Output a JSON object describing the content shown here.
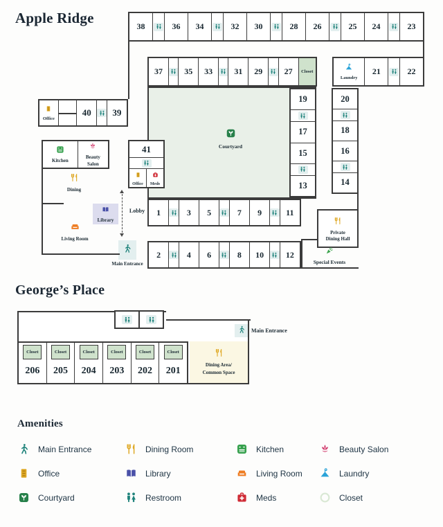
{
  "apple_ridge": {
    "title": "Apple Ridge",
    "room40": "40",
    "room39": "39",
    "room41": "41",
    "strips": {
      "top": [
        {
          "t": "room",
          "n": "38"
        },
        {
          "t": "wc"
        },
        {
          "t": "room",
          "n": "36"
        },
        {
          "t": "room",
          "n": "34"
        },
        {
          "t": "wc"
        },
        {
          "t": "room",
          "n": "32"
        },
        {
          "t": "room",
          "n": "30"
        },
        {
          "t": "wc"
        },
        {
          "t": "room",
          "n": "28"
        },
        {
          "t": "room",
          "n": "26"
        },
        {
          "t": "wc"
        },
        {
          "t": "room",
          "n": "25"
        },
        {
          "t": "room",
          "n": "24"
        },
        {
          "t": "wc"
        },
        {
          "t": "room",
          "n": "23"
        }
      ],
      "second": [
        {
          "t": "room",
          "n": "37"
        },
        {
          "t": "wc"
        },
        {
          "t": "room",
          "n": "35"
        },
        {
          "t": "room",
          "n": "33"
        },
        {
          "t": "wc"
        },
        {
          "t": "room",
          "n": "31"
        },
        {
          "t": "room",
          "n": "29"
        },
        {
          "t": "wc"
        },
        {
          "t": "room",
          "n": "27"
        },
        {
          "t": "closet",
          "label": "Closet"
        }
      ],
      "laundry": [
        {
          "t": "laundry",
          "label": "Laundry"
        },
        {
          "t": "room",
          "n": "21"
        },
        {
          "t": "wc"
        },
        {
          "t": "room",
          "n": "22"
        }
      ],
      "col_inner": [
        {
          "t": "room",
          "n": "19"
        },
        {
          "t": "wc"
        },
        {
          "t": "room",
          "n": "17"
        },
        {
          "t": "room",
          "n": "15"
        },
        {
          "t": "wc"
        },
        {
          "t": "room",
          "n": "13"
        }
      ],
      "col_outer": [
        {
          "t": "room",
          "n": "20"
        },
        {
          "t": "wc"
        },
        {
          "t": "room",
          "n": "18"
        },
        {
          "t": "room",
          "n": "16"
        },
        {
          "t": "wc"
        },
        {
          "t": "room",
          "n": "14"
        }
      ],
      "row_a": [
        {
          "t": "room",
          "n": "1"
        },
        {
          "t": "wc"
        },
        {
          "t": "room",
          "n": "3"
        },
        {
          "t": "room",
          "n": "5"
        },
        {
          "t": "wc"
        },
        {
          "t": "room",
          "n": "7"
        },
        {
          "t": "room",
          "n": "9"
        },
        {
          "t": "wc"
        },
        {
          "t": "room",
          "n": "11"
        }
      ],
      "row_b": [
        {
          "t": "room",
          "n": "2"
        },
        {
          "t": "wc"
        },
        {
          "t": "room",
          "n": "4"
        },
        {
          "t": "room",
          "n": "6"
        },
        {
          "t": "wc"
        },
        {
          "t": "room",
          "n": "8"
        },
        {
          "t": "room",
          "n": "10"
        },
        {
          "t": "wc"
        },
        {
          "t": "room",
          "n": "12"
        }
      ]
    }
  },
  "labels": {
    "office": "Office",
    "kitchen": "Kitchen",
    "beauty_salon": "Beauty Salon",
    "dining": "Dining",
    "meds": "Meds",
    "lobby": "Lobby",
    "library": "Library",
    "living_room": "Living Room",
    "main_entrance": "Main Entrance",
    "courtyard": "Courtyard",
    "private_dining": "Private Dining Hall",
    "special_events": "Special Events"
  },
  "georges_place": {
    "title": "George’s Place",
    "rooms": [
      "206",
      "205",
      "204",
      "203",
      "202",
      "201"
    ],
    "closet_label": "Closet",
    "dining_area_line1": "Dining Area/",
    "dining_area_line2": "Common Space",
    "main_entrance": "Main Entrance"
  },
  "amenities": {
    "heading": "Amenities",
    "items": [
      {
        "icon": "main-entrance",
        "label": "Main Entrance"
      },
      {
        "icon": "dining",
        "label": "Dining Room"
      },
      {
        "icon": "kitchen",
        "label": "Kitchen"
      },
      {
        "icon": "beauty-salon",
        "label": "Beauty Salon"
      },
      {
        "icon": "office",
        "label": "Office"
      },
      {
        "icon": "library",
        "label": "Library"
      },
      {
        "icon": "living-room",
        "label": "Living Room"
      },
      {
        "icon": "laundry",
        "label": "Laundry"
      },
      {
        "icon": "courtyard",
        "label": "Courtyard"
      },
      {
        "icon": "restroom",
        "label": "Restroom"
      },
      {
        "icon": "meds",
        "label": "Meds"
      },
      {
        "icon": "closet",
        "label": "Closet"
      }
    ]
  },
  "colors": {
    "wall": "#3b3b3b",
    "courtyard_fill": "#e9f0e8",
    "closet_fill": "#cfe2cc",
    "dining_fill": "#fbf7e3",
    "entrance_chip": "#e3efef",
    "library_fill": "#dcdcee",
    "teal": "#1f837b",
    "gold": "#dfa926",
    "kitchen_green": "#35a04c",
    "courtyard_green": "#27804a",
    "pink": "#d23b6d",
    "orange": "#ee7d23",
    "laundry_blue": "#2ba3d8",
    "library_indigo": "#4a51a8",
    "meds_red": "#cf2b35",
    "closet_ring": "#d9e8d4",
    "events_green": "#3da44e"
  }
}
